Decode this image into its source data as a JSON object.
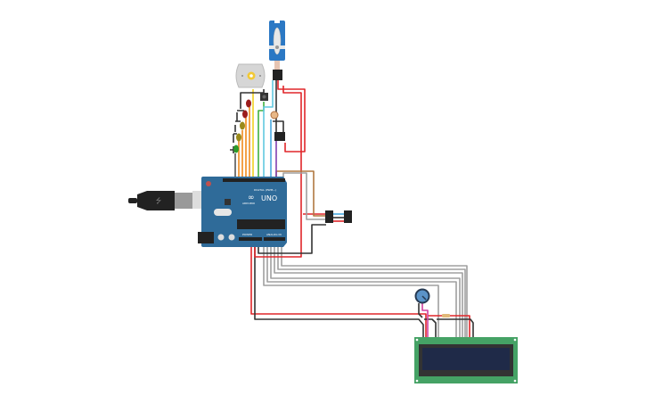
{
  "board": {
    "model_label": "UNO",
    "brand_label": "ARDUINO",
    "power_label": "POWER",
    "analog_label": "ANALOG IN",
    "digital_label": "DIGITAL (PWM~)"
  },
  "colors": {
    "board": "#2f6b99",
    "lcd_pcb": "#45a265",
    "lcd_screen": "#1f2a48",
    "servo": "#2b78c4",
    "wire_red": "#e0262a",
    "wire_black": "#333333",
    "wire_gray": "#9a9a9a"
  },
  "components": [
    "arduino-uno",
    "servo",
    "dc-motor",
    "pushbutton",
    "led-red",
    "led-red",
    "led-yellow",
    "led-yellow",
    "led-green",
    "photoresistor",
    "ic-chip",
    "sensor",
    "sensor",
    "potentiometer",
    "lcd-16x2",
    "usb-cable",
    "resistor"
  ]
}
